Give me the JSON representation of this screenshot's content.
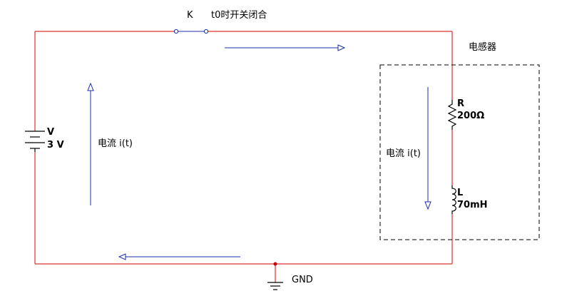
{
  "switch": {
    "name": "K",
    "note": "t0时开关闭合"
  },
  "inductor_box": {
    "label": "电感器"
  },
  "source": {
    "name": "V",
    "value": "3 V"
  },
  "resistor": {
    "name": "R",
    "value": "200Ω"
  },
  "inductor": {
    "name": "L",
    "value": "70mH"
  },
  "current_left": {
    "label": "电流 i(t)"
  },
  "current_right": {
    "label": "电流 i(t)"
  },
  "ground": {
    "label": "GND"
  },
  "colors": {
    "wire": "#e03030",
    "arrow": "#1a2fa8",
    "component": "#000000",
    "node": "#cc0000"
  }
}
